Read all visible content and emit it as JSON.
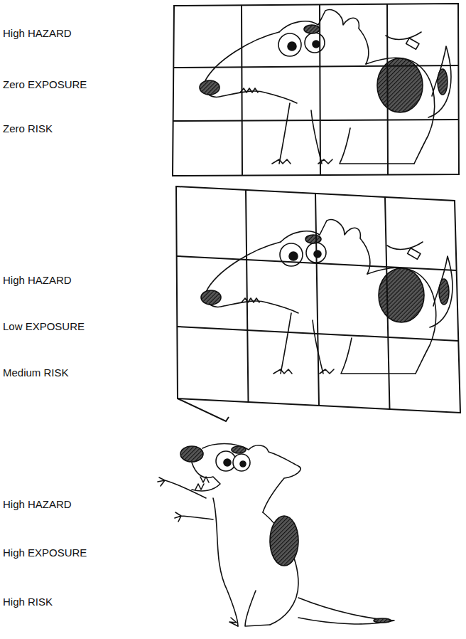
{
  "diagram": {
    "labels": [
      "High HAZARD",
      "Zero EXPOSURE",
      "Zero RISK",
      "High HAZARD",
      "Low EXPOSURE",
      "Medium RISK",
      "High HAZARD",
      "High EXPOSURE",
      "High RISK"
    ]
  }
}
